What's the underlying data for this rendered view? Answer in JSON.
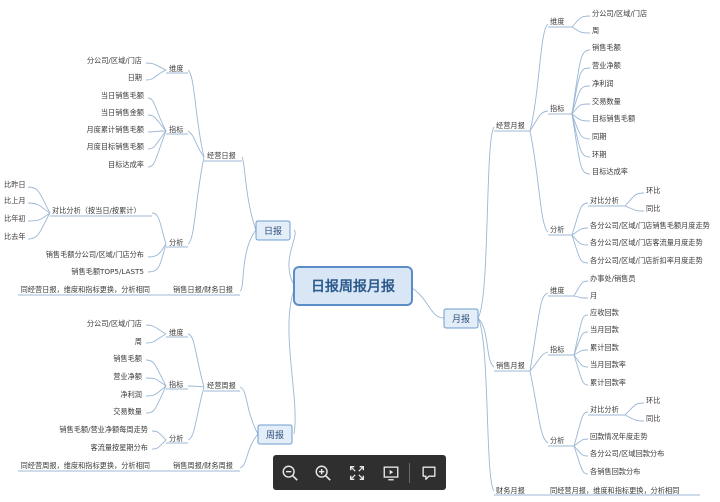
{
  "central": "日报周报月报",
  "daily": {
    "root": "日报",
    "b_dim": "维度",
    "b_metric": "指标",
    "b_analysis": "分析",
    "b_mgmt": "经营日报",
    "b_fin": "销售日报/财务日报",
    "dim1": "分公司/区域/门店",
    "dim2": "日期",
    "m1": "当日销售毛额",
    "m2": "当日销售金额",
    "m3": "月度累计销售毛额",
    "m4": "月度目标销售毛额",
    "m5": "目标达成率",
    "a1": "对比分析（按当日/按累计）",
    "c1": "比昨日",
    "c2": "比上月",
    "c3": "比年初",
    "c4": "比去年",
    "a2": "销售毛额分公司/区域/门店分布",
    "a3": "销售毛额TOP5/LAST5",
    "fin_note": "同经营日报，维度和指标更换，分析相同"
  },
  "weekly": {
    "root": "周报",
    "b_dim": "维度",
    "b_metric": "指标",
    "b_analysis": "分析",
    "b_mgmt": "经营周报",
    "b_fin": "销售周报/财务周报",
    "dim1": "分公司/区域/门店",
    "dim2": "周",
    "m1": "销售毛额",
    "m2": "营业净额",
    "m3": "净利润",
    "m4": "交易数量",
    "a1": "销售毛额/营业净额每周走势",
    "a2": "客流量按星期分布",
    "fin_note": "同经营周报，维度和指标更换，分析相同"
  },
  "monthly": {
    "root": "月报",
    "b_mgmt": "经营月报",
    "b_sales": "销售月报",
    "b_fin": "财务月报",
    "b_dim": "维度",
    "b_metric": "指标",
    "b_analysis": "分析",
    "dim1": "分公司/区域/门店",
    "dim2": "周",
    "m1": "销售毛额",
    "m2": "营业净额",
    "m3": "净利润",
    "m4": "交易数量",
    "m5": "目标销售毛额",
    "m6": "同期",
    "m7": "环期",
    "m8": "目标达成率",
    "a1": "对比分析",
    "yoy": "环比",
    "mom": "同比",
    "a2": "各分公司/区域/门店销售毛额月度走势",
    "a3": "各分公司/区域/门店客流量月度走势",
    "a4": "各分公司/区域/门店折扣率月度走势",
    "s_dim1": "办事处/销售员",
    "s_dim2": "月",
    "s_m1": "应收回款",
    "s_m2": "当月回款",
    "s_m3": "累计回款",
    "s_m4": "当月回款率",
    "s_m5": "累计回款率",
    "s_a1": "对比分析",
    "s_yoy": "环比",
    "s_mom": "同比",
    "s_a2": "回款情况年度走势",
    "s_a3": "各分公司/区域回款分布",
    "s_a4": "各销售回款分布",
    "fin_note": "同经营月报，维度和指标更换，分析相同"
  },
  "toolbar": {
    "icons": [
      "zoom-out-icon",
      "zoom-in-icon",
      "fit-screen-icon",
      "present-icon",
      "comment-icon"
    ]
  }
}
